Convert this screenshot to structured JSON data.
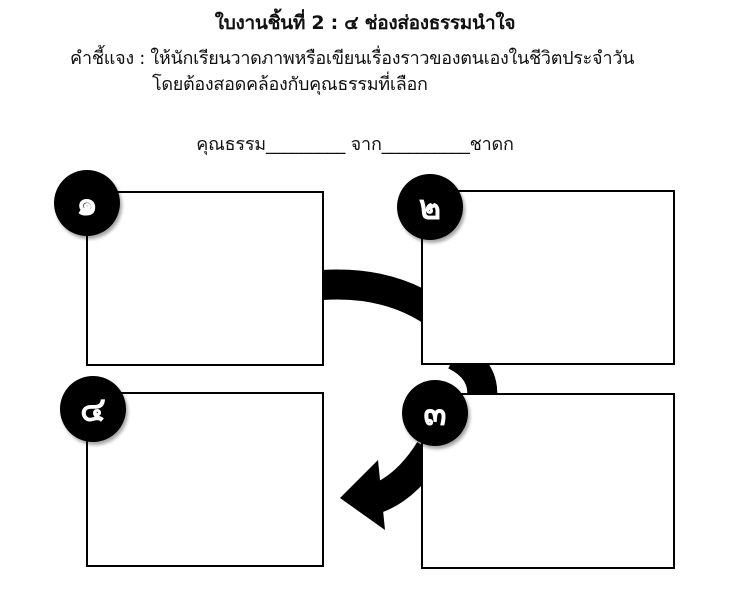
{
  "worksheet": {
    "title": "ใบงานชิ้นที่ 2 : ๔ ช่องส่องธรรมนำใจ",
    "instruction_line1": "คำชี้แจง : ให้นักเรียนวาดภาพหรือเขียนเรื่องราวของตนเองในชีวิตประจำวัน",
    "instruction_line2": "โดยต้องสอดคล้องกับคุณธรรมที่เลือก",
    "virtue_line": "คุณธรรม_________ จาก__________ชาดก",
    "panels": [
      {
        "number": "๑"
      },
      {
        "number": "๒"
      },
      {
        "number": "๓"
      },
      {
        "number": "๔"
      }
    ],
    "arrow_color": "#000000"
  }
}
